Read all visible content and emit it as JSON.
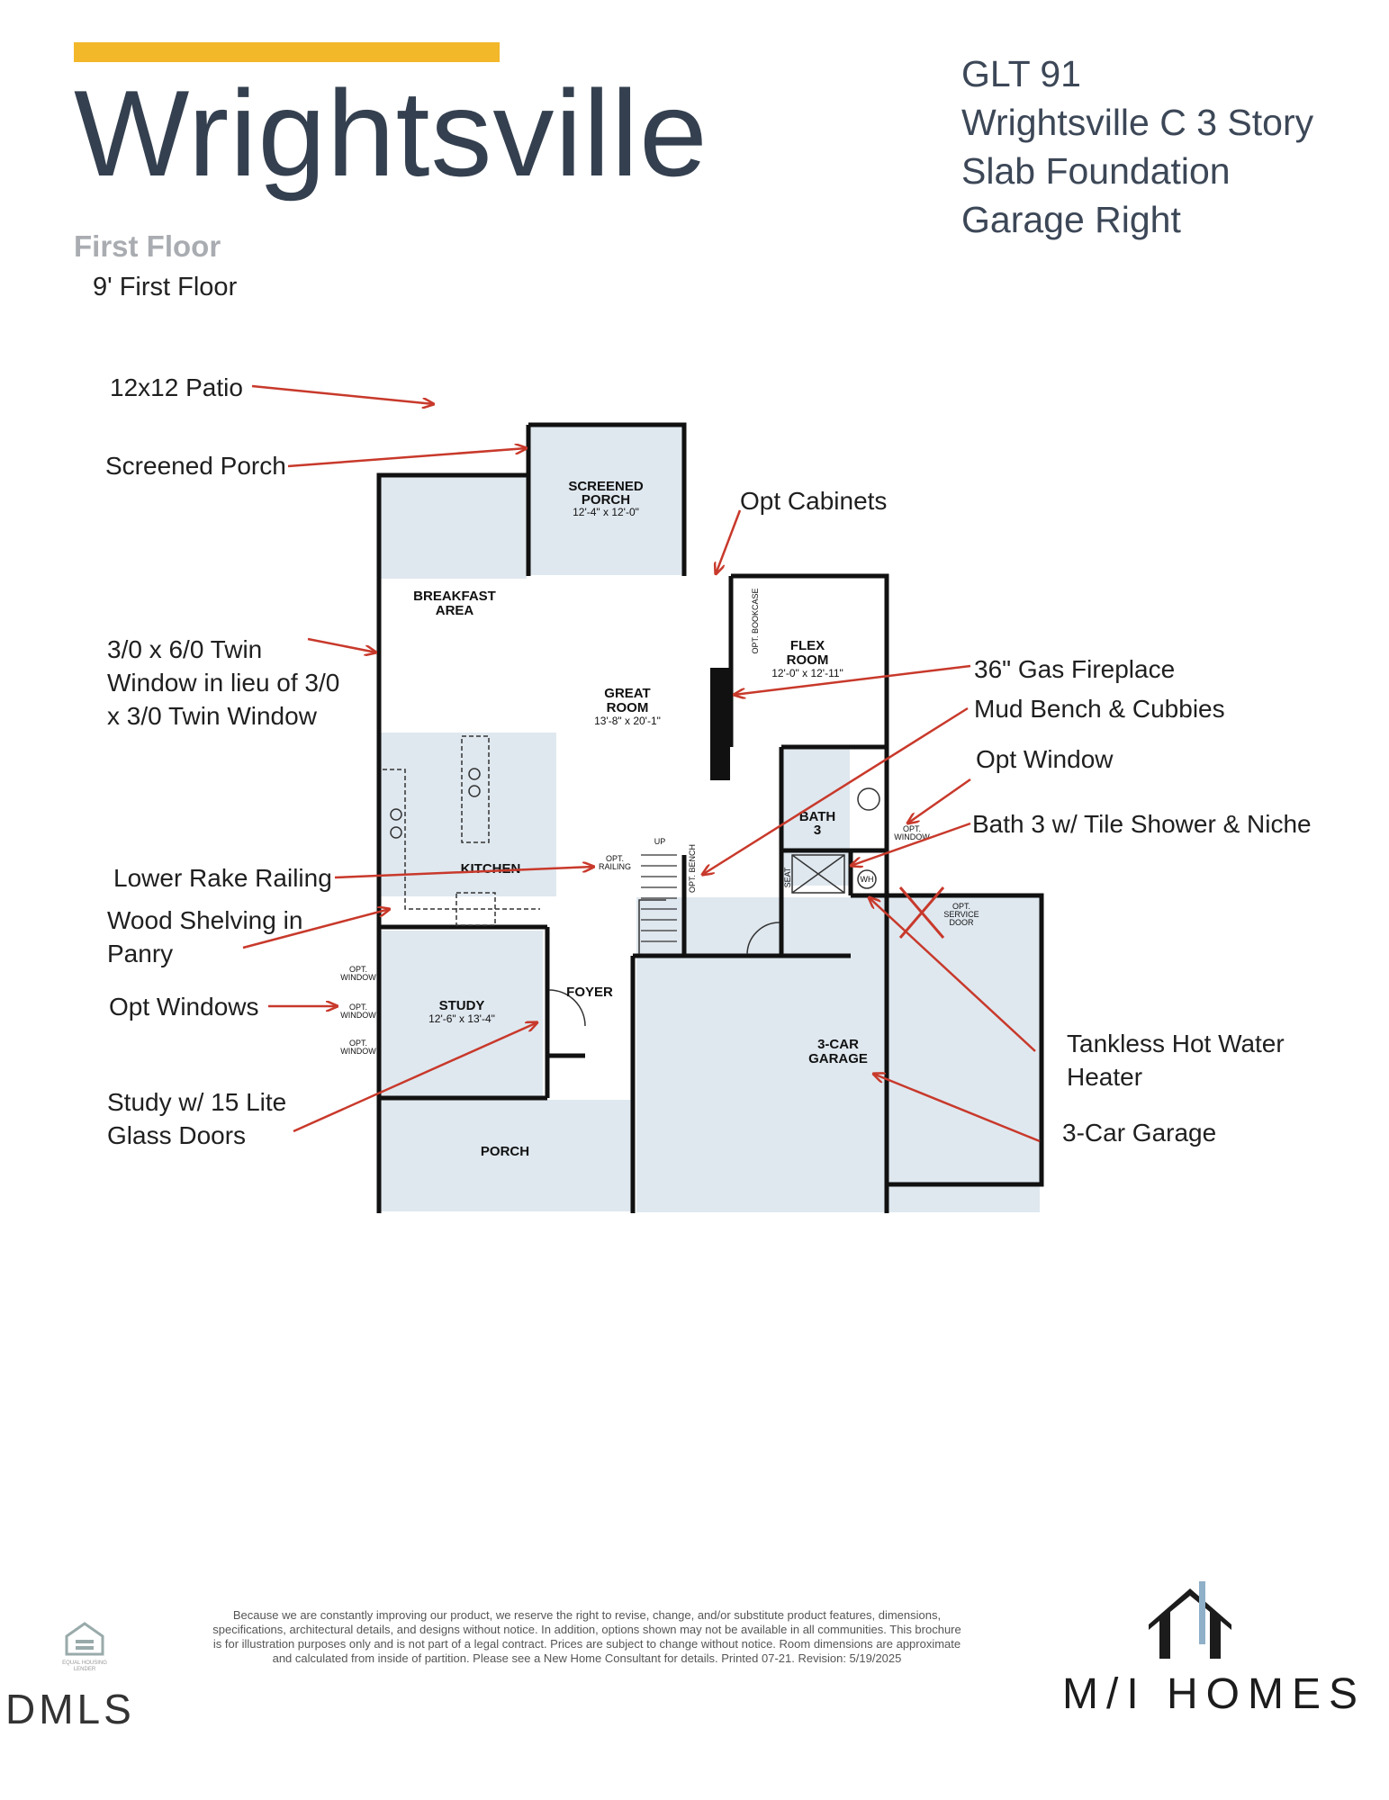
{
  "header": {
    "title": "Wrightsville",
    "subtitle": "First Floor",
    "note": "9' First Floor",
    "info_lines": [
      "GLT 91",
      "Wrightsville C 3 Story",
      "Slab Foundation",
      "Garage Right"
    ]
  },
  "colors": {
    "accent": "#f3b72a",
    "room_fill": "#dfe8ef",
    "arrow": "#c8392b",
    "title": "#34404f"
  },
  "callouts": {
    "patio": "12x12 Patio",
    "screened_porch": "Screened Porch",
    "opt_cabinets": "Opt Cabinets",
    "twin_window": [
      "3/0 x 6/0 Twin",
      "Window in lieu of 3/0",
      "x 3/0 Twin Window"
    ],
    "gas_fireplace": "36\" Gas Fireplace",
    "mud_bench": "Mud Bench & Cubbies",
    "opt_window": "Opt Window",
    "bath3": "Bath 3 w/ Tile Shower & Niche",
    "lower_rake": "Lower Rake Railing",
    "wood_shelving": [
      "Wood Shelving in",
      "Panry"
    ],
    "opt_windows": "Opt Windows",
    "tankless": [
      "Tankless Hot Water",
      "Heater"
    ],
    "study_doors": [
      "Study w/ 15 Lite",
      "Glass Doors"
    ],
    "garage": "3-Car Garage"
  },
  "plan": {
    "screened_porch": {
      "name": [
        "SCREENED",
        "PORCH"
      ],
      "dims": "12'-4\" x 12'-0\""
    },
    "breakfast": {
      "name": [
        "BREAKFAST",
        "AREA"
      ]
    },
    "great_room": {
      "name": [
        "GREAT",
        "ROOM"
      ],
      "dims": "13'-8\" x 20'-1\""
    },
    "flex_room": {
      "name": [
        "FLEX",
        "ROOM"
      ],
      "dims": "12'-0\" x 12'-11\""
    },
    "kitchen": {
      "name": "KITCHEN"
    },
    "bath3": {
      "name": [
        "BATH",
        "3"
      ]
    },
    "study": {
      "name": "STUDY",
      "dims": "12'-6\" x 13'-4\""
    },
    "foyer": {
      "name": "FOYER"
    },
    "garage": {
      "name": [
        "3-CAR",
        "GARAGE"
      ]
    },
    "porch": {
      "name": "PORCH"
    },
    "small_labels": {
      "opt_bookcase": "OPT. BOOKCASE",
      "opt_bench": "OPT. BENCH",
      "opt_railing": [
        "OPT.",
        "RAILING"
      ],
      "up": "UP",
      "seat": "SEAT",
      "wh": "WH",
      "opt_window": [
        "OPT.",
        "WINDOW"
      ],
      "opt_service_door": [
        "OPT.",
        "SERVICE",
        "DOOR"
      ]
    }
  },
  "footer": {
    "disclaimer": "Because we are constantly improving our product, we reserve the right to revise, change, and/or substitute product features, dimensions, specifications, architectural details, and designs without notice. In addition, options shown may not be available in all communities. This brochure is for illustration purposes only and is not part of a legal contract. Prices are subject to change without notice. Room dimensions are approximate and calculated from inside of partition. Please see a New Home Consultant for details. Printed 07-21. Revision: 5/19/2025",
    "ehl": [
      "EQUAL HOUSING",
      "LENDER"
    ],
    "dmls": "DMLS",
    "brand": "M/I HOMES"
  }
}
